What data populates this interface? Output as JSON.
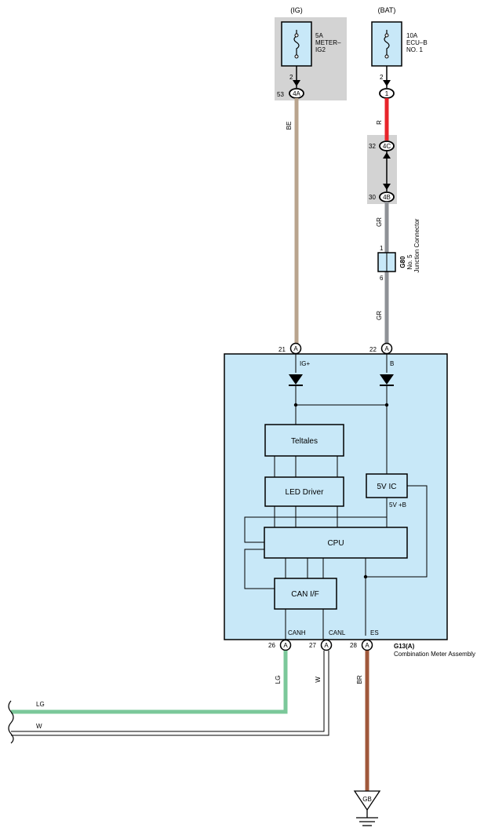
{
  "fuses": {
    "ig": {
      "source": "(IG)",
      "rating": "5A",
      "name1": "METER–",
      "name2": "IG2",
      "pin": "2",
      "conn_pin": "53",
      "conn": "4A"
    },
    "bat": {
      "source": "(BAT)",
      "rating": "10A",
      "name1": "ECU–B",
      "name2": "NO. 1",
      "pin": "2",
      "conn": "1"
    }
  },
  "wires": {
    "be": "BE",
    "r": "R",
    "gr_upper": "GR",
    "gr_lower": "GR",
    "lg": "LG",
    "w": "W",
    "br": "BR",
    "lg_left": "LG",
    "w_left": "W"
  },
  "junction_block": {
    "pin_top": "32",
    "conn_top": "4C",
    "pin_bottom": "30",
    "conn_bottom": "4B"
  },
  "junction_connector": {
    "id": "G80",
    "line1": "No. 5",
    "line2": "Junction Connector",
    "pin_top": "1",
    "pin_bottom": "6"
  },
  "meter": {
    "id": "G13(A)",
    "name": "Combination Meter Assembly",
    "pins": {
      "p21": "21",
      "p22": "22",
      "p26": "26",
      "p27": "27",
      "p28": "28",
      "conn": "A"
    },
    "signals": {
      "ig": "IG+",
      "b": "B",
      "canh": "CANH",
      "canl": "CANL",
      "es": "ES",
      "vb": "5V +B"
    },
    "blocks": {
      "telltales": "Teltales",
      "led": "LED Driver",
      "ic": "5V IC",
      "cpu": "CPU",
      "can": "CAN I/F"
    }
  },
  "ground": "GB"
}
